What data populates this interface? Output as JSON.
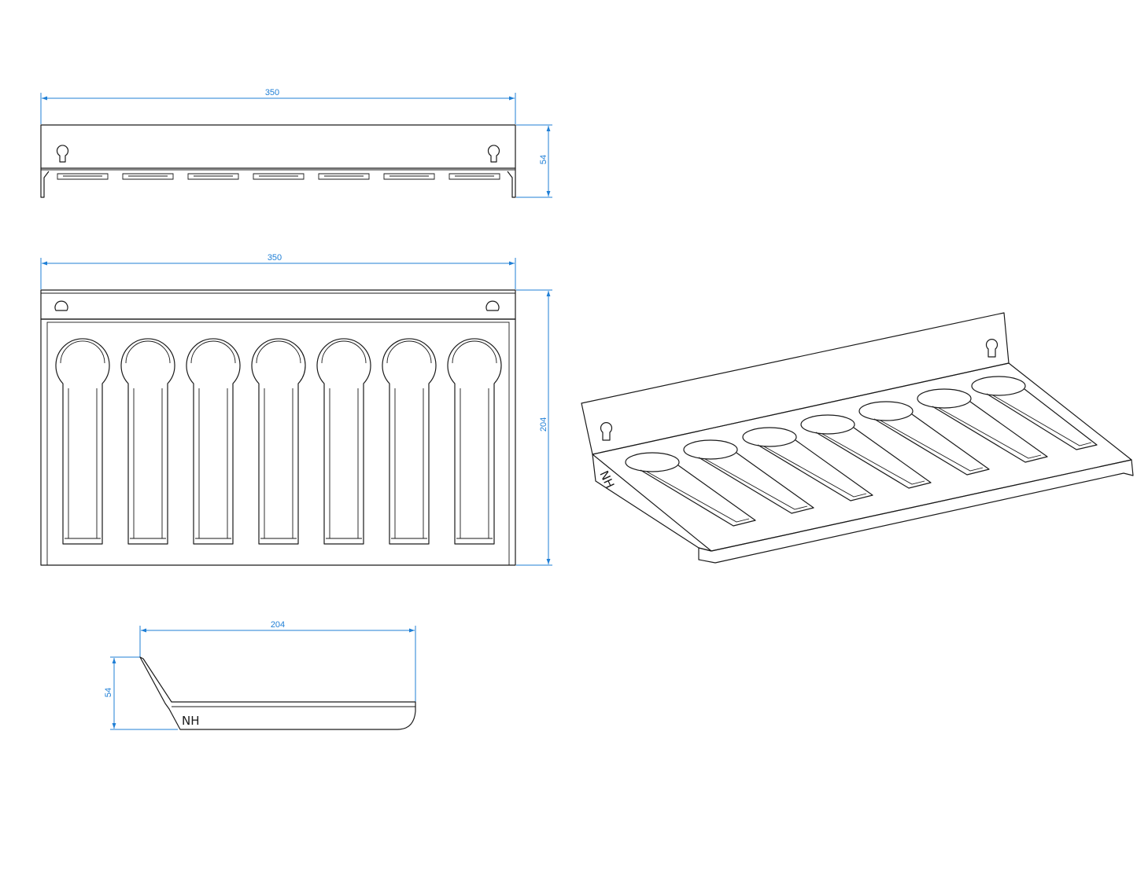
{
  "top_view": {
    "width_label": "350",
    "height_label": "54",
    "slot_count": 7
  },
  "front_view": {
    "width_label": "350",
    "height_label": "204",
    "slot_count": 7
  },
  "side_view": {
    "depth_label": "204",
    "height_label": "54",
    "logo": "NH"
  },
  "iso_view": {
    "logo": "NH",
    "slot_count": 7
  },
  "colors": {
    "line": "#1a1a1a",
    "dimension": "#1f7fd6"
  }
}
